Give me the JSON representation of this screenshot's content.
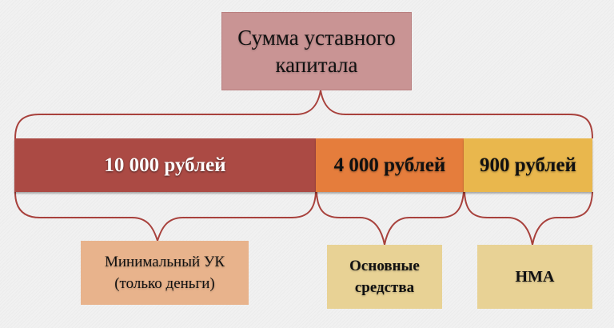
{
  "title": "Сумма уставного капитала",
  "title_lines": [
    "Сумма уставного",
    "капитала"
  ],
  "segments": [
    {
      "label": "10 000 рублей",
      "amount": 10000,
      "color": "#ab4a44"
    },
    {
      "label": "4 000 рублей",
      "amount": 4000,
      "color": "#e57d3c"
    },
    {
      "label": "900 рублей",
      "amount": 900,
      "color": "#e9b74d"
    }
  ],
  "categories": [
    {
      "lines": [
        "Минимальный УК",
        "(только деньги)"
      ],
      "color": "#e8b38c"
    },
    {
      "lines": [
        "Основные",
        "средства"
      ],
      "color": "#e8d295"
    },
    {
      "lines": [
        "НМА"
      ],
      "color": "#e8d295"
    }
  ],
  "colors": {
    "brace": "#a8413c",
    "title_box": "#c99494"
  }
}
